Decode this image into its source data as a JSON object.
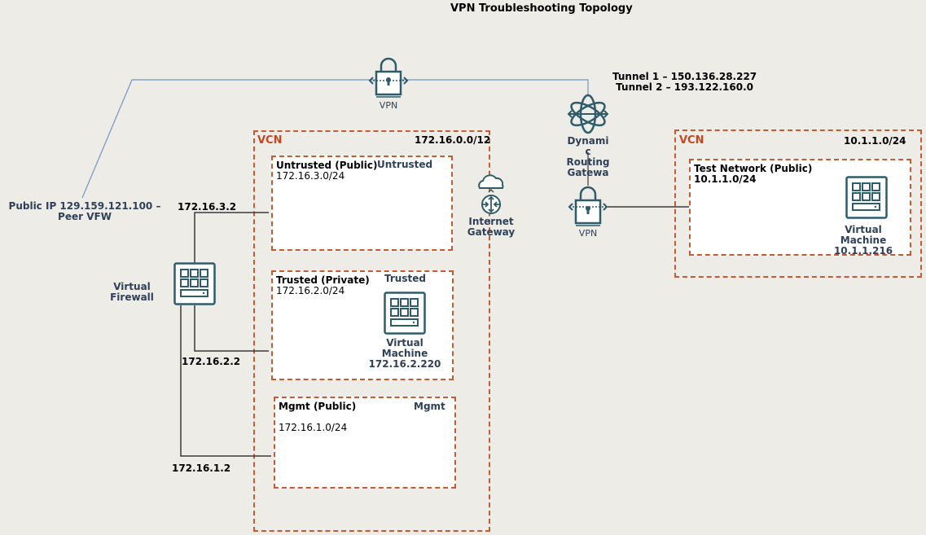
{
  "diagram": {
    "title": "VPN Troubleshooting Topology",
    "tunnels": [
      "Tunnel 1 – 150.136.28.227",
      "Tunnel 2 – 193.122.160.0"
    ],
    "peer": {
      "line1": "Public IP 129.159.121.100 –",
      "line2": "Peer VFW"
    },
    "firewall": {
      "line1": "Virtual",
      "line2": "Firewall"
    },
    "vpn_top_label": "VPN",
    "vpn_right_label": "VPN",
    "drg": {
      "lines": [
        "Dynami",
        "c",
        "Routing",
        "Gatewa"
      ]
    },
    "igw": {
      "line1": "Internet",
      "line2": "Gateway"
    },
    "interfaces": {
      "untrusted_ip": "172.16.3.2",
      "trusted_ip": "172.16.2.2",
      "mgmt_ip": "172.16.1.2"
    },
    "vcn_left": {
      "label": "VCN",
      "cidr": "172.16.0.0/12",
      "subnets": [
        {
          "name": "Untrusted (Public)",
          "cidr": "172.16.3.0/24",
          "tag": "Untrusted"
        },
        {
          "name": "Trusted (Private)",
          "cidr": "172.16.2.0/24",
          "tag": "Trusted",
          "vm": {
            "line1": "Virtual",
            "line2": "Machine",
            "ip": "172.16.2.220"
          }
        },
        {
          "name": "Mgmt (Public)",
          "cidr": "172.16.1.0/24",
          "tag": "Mgmt"
        }
      ]
    },
    "vcn_right": {
      "label": "VCN",
      "cidr": "10.1.1.0/24",
      "subnet": {
        "name": "Test Network (Public)",
        "cidr": "10.1.1.0/24",
        "vm": {
          "line1": "Virtual",
          "line2": "Machine",
          "ip": "10.1.1.216"
        }
      }
    },
    "colors": {
      "background": "#eeece6",
      "vcn_border": "#c55a33",
      "vcn_label": "#c4471f",
      "icon": "#2e5c6a",
      "label_blue": "#2f4158",
      "tunnel_line": "#7096c8",
      "link_line": "#3a3a3a"
    }
  }
}
